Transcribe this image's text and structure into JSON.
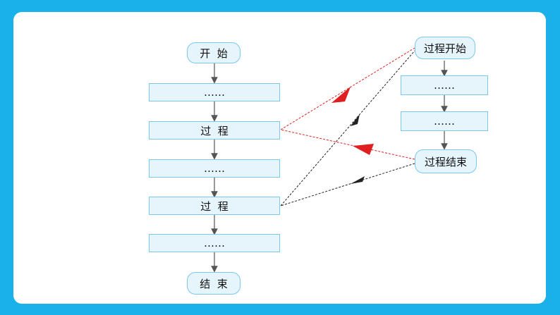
{
  "main_flow": {
    "start": "开  始",
    "steps": [
      "……",
      "过  程",
      "……",
      "过  程",
      "……"
    ],
    "end": "结  束"
  },
  "sub_flow": {
    "start": "过程开始",
    "steps": [
      "……",
      "……"
    ],
    "end": "过程结束"
  },
  "colors": {
    "background": "#1ab0ea",
    "node_fill": "#e6f4fb",
    "node_border": "#7cc7ea",
    "call_arrow": "#e02020",
    "return_arrow": "#222222"
  }
}
